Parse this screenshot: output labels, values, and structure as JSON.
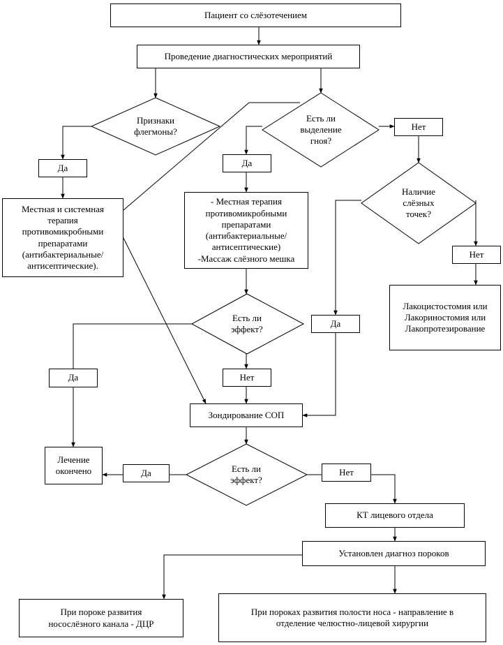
{
  "nodes": {
    "start": "Пациент со слёзотечением",
    "diagnostics": "Проведение диагностических мероприятий",
    "q_phlegmon": "Признаки\nфлегмоны?",
    "q_pus": "Есть ли\nвыделение\nгноя?",
    "pus_no": "Нет",
    "phlegmon_yes": "Да",
    "pus_yes": "Да",
    "q_points": "Наличие\nслёзных\nточек?",
    "therapy_systemic": "Местная и системная\nтерапия\nпротивомикробными\nпрепаратами\n(антибактериальные/\nантисептические).",
    "therapy_local": "- Местная терапия\nпротивомикробными\nпрепаратами\n(антибактериальные/\nантисептические)\n-Массаж слёзного мешка",
    "points_no": "Нет",
    "surgery": "Лакоцистостомия или\nЛакориностомия или\nЛакопротезирование",
    "q_effect1": "Есть ли\nэффект?",
    "points_yes": "Да",
    "effect1_yes": "Да",
    "effect1_no": "Нет",
    "probing": "Зондирование СОП",
    "done": "Лечение\nокончено",
    "effect2_yes": "Да",
    "q_effect2": "Есть ли\nэффект?",
    "effect2_no": "Нет",
    "ct": "КТ лицевого отдела",
    "diagnosis": "Установлен диагноз пороков",
    "dcr": "При пороке развития\nносослёзного канала - ДЦР",
    "nasal": "При пороках развития полости носа - направление в\nотделение челюстно-лицевой хирургии"
  }
}
